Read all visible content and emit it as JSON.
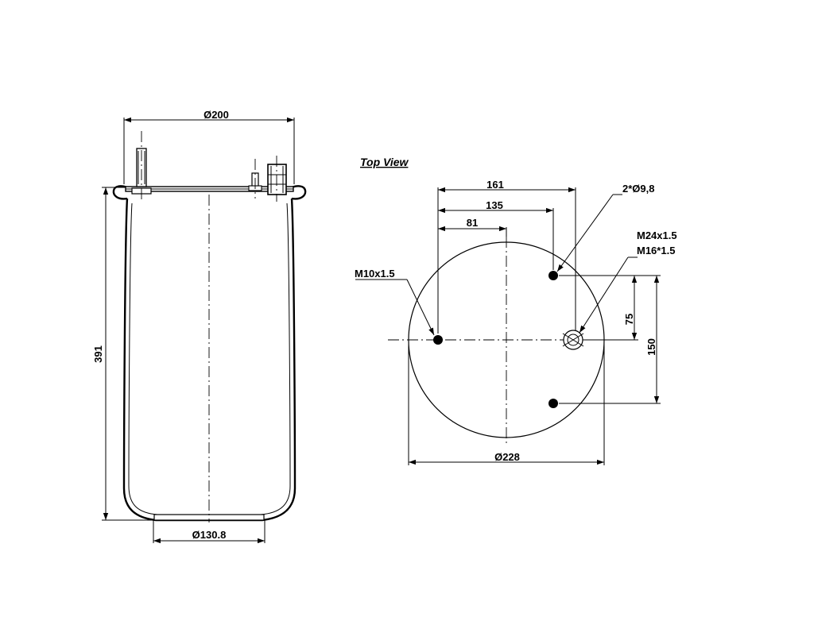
{
  "side_view": {
    "top_diameter": "Ø200",
    "height": "391",
    "bottom_diameter": "Ø130.8"
  },
  "top_view": {
    "title": "Top View",
    "dim_161": "161",
    "dim_135": "135",
    "dim_81": "81",
    "holes_label": "2*Ø9,8",
    "port_label_1": "M24x1.5",
    "port_label_2": "M16*1.5",
    "stud_label": "M10x1.5",
    "dim_75": "75",
    "dim_150": "150",
    "plate_diameter": "Ø228"
  }
}
